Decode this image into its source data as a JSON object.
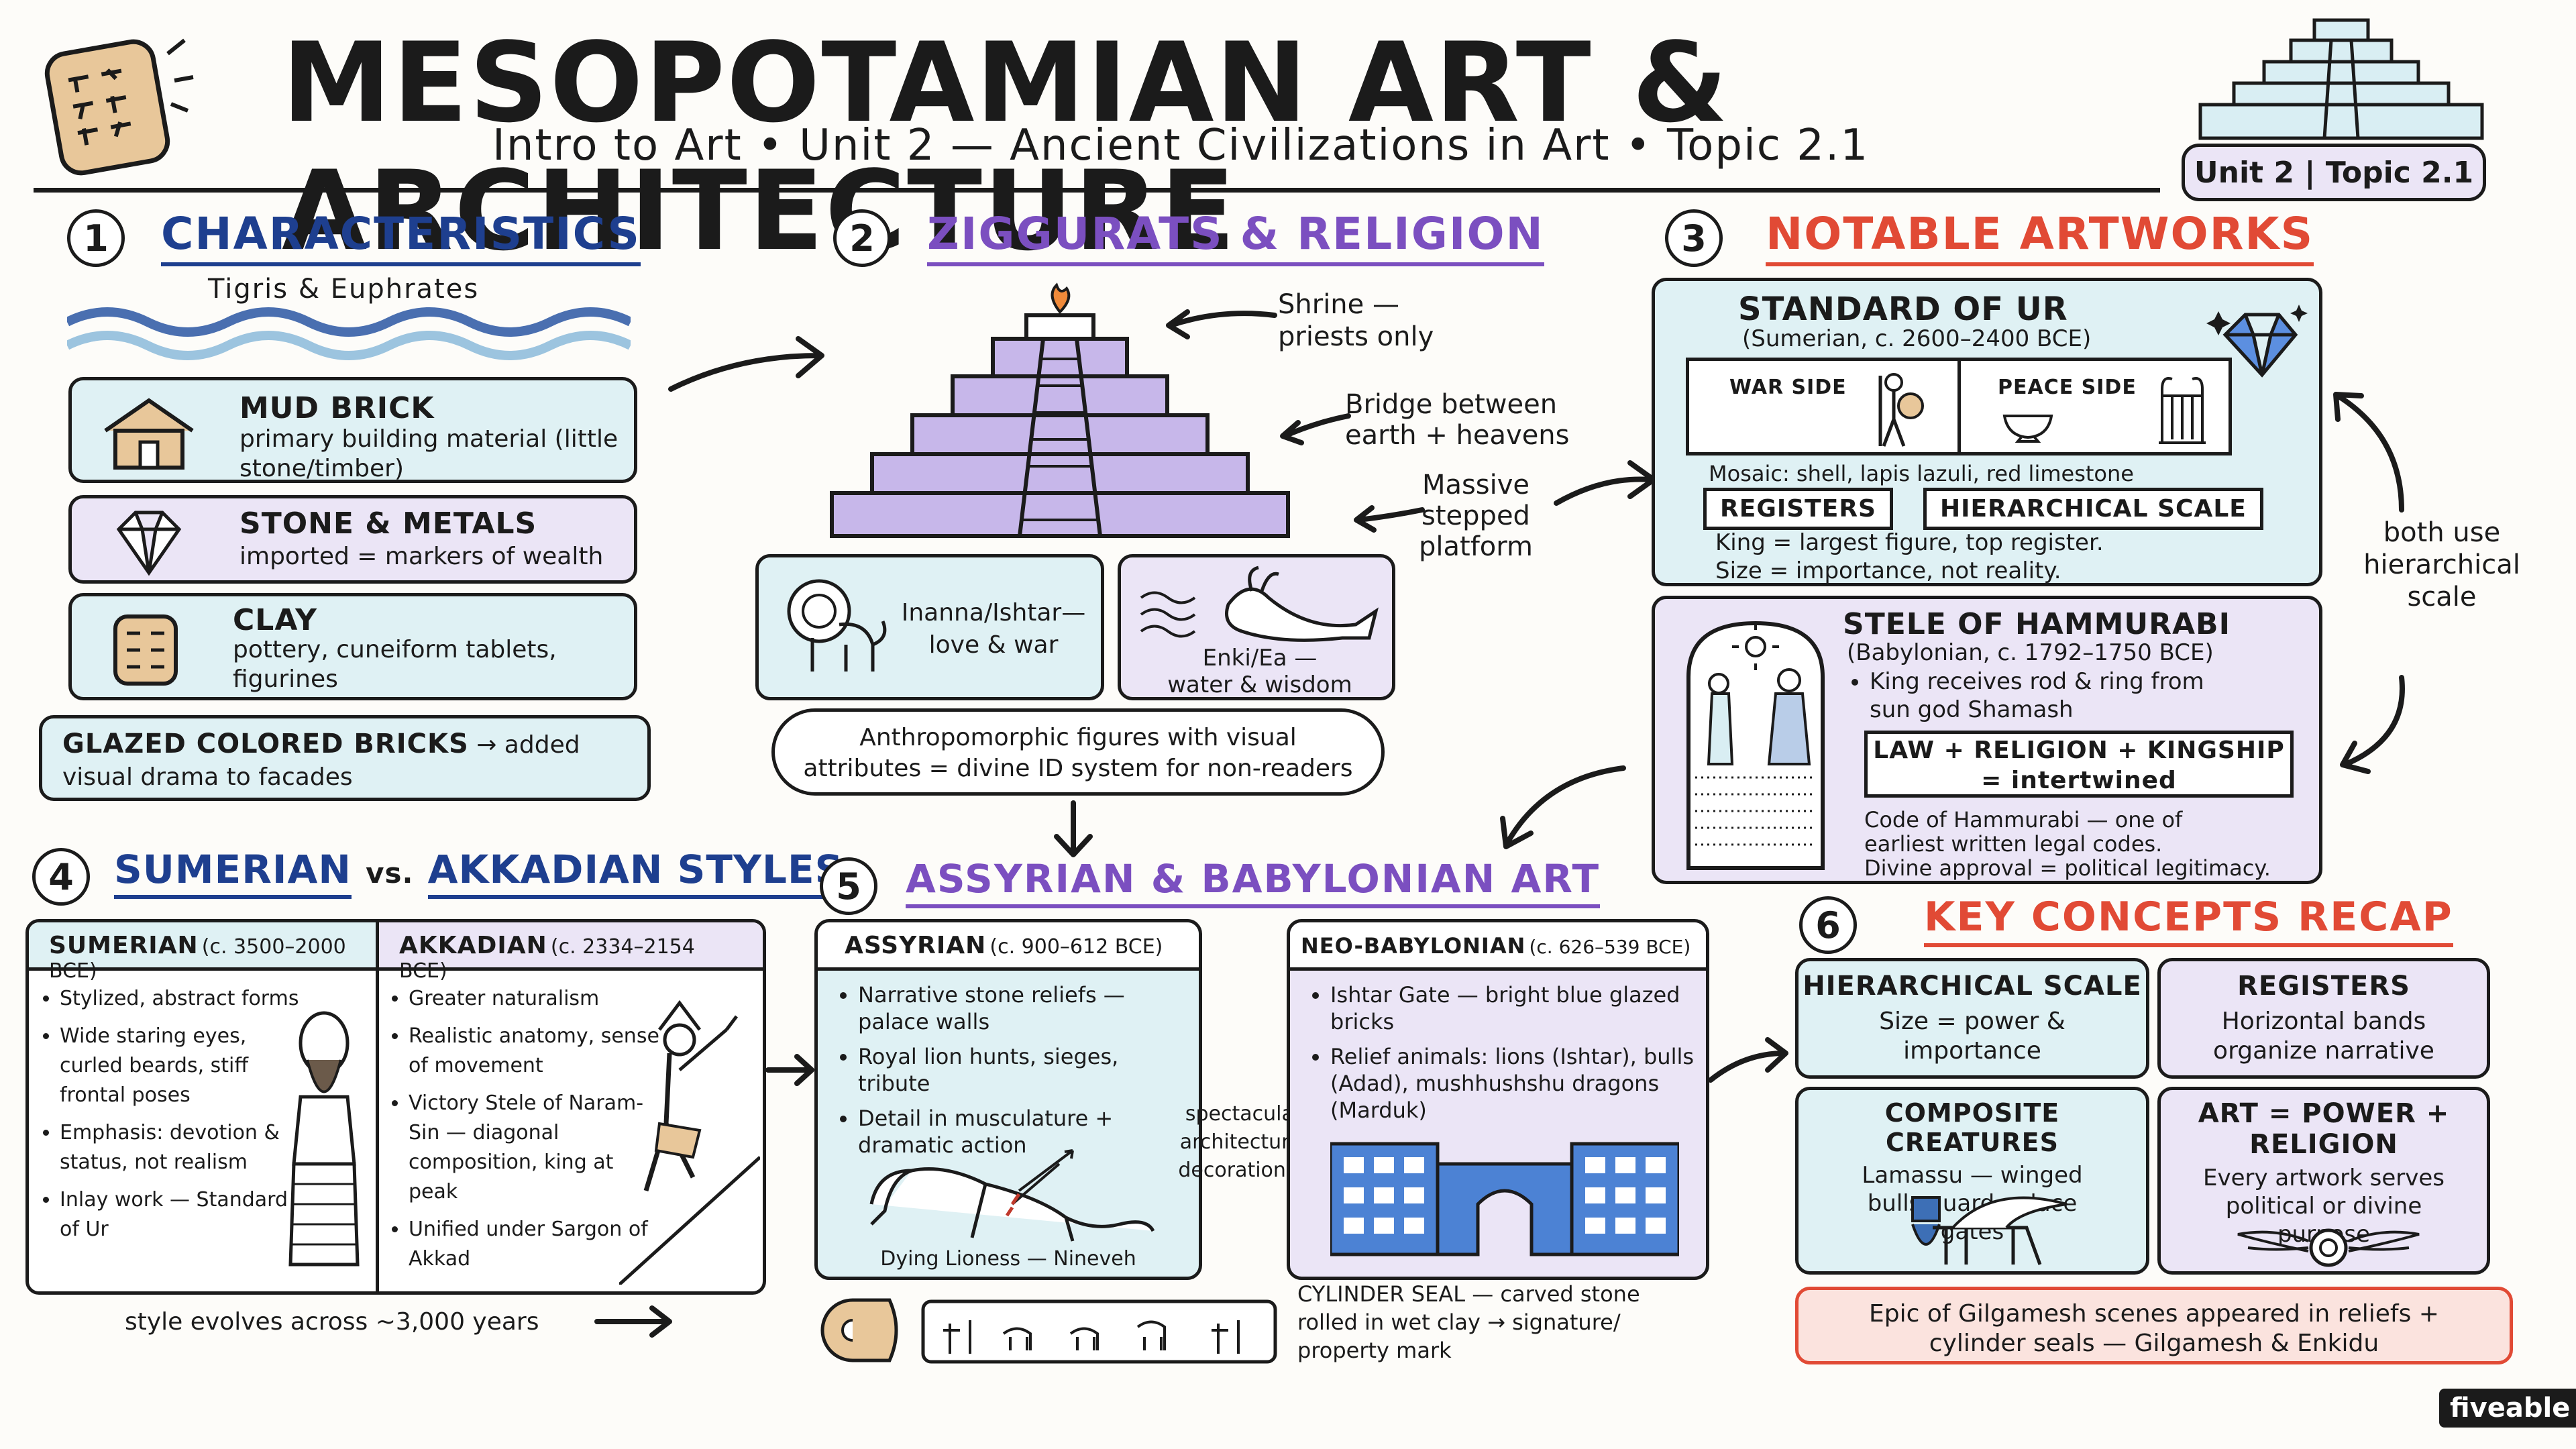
{
  "header": {
    "title": "MESOPOTAMIAN ART & ARCHITECTURE",
    "subtitle": "Intro to Art • Unit 2 — Ancient Civilizations in Art • Topic 2.1",
    "badge": "Unit 2 | Topic 2.1"
  },
  "sections": {
    "s1": {
      "num": "1",
      "title": "CHARACTERISTICS",
      "river": "Tigris & Euphrates",
      "cards": [
        {
          "title": "MUD BRICK",
          "text": "primary building material (little stone/timber)",
          "icon": "house-icon"
        },
        {
          "title": "STONE & METALS",
          "text": "imported = markers of wealth",
          "icon": "gem-icon"
        },
        {
          "title": "CLAY",
          "text": "pottery, cuneiform tablets, figurines",
          "icon": "tablet-icon"
        }
      ],
      "glazed_title": "GLAZED COLORED BRICKS",
      "glazed_text": "→ added visual drama to facades"
    },
    "s2": {
      "num": "2",
      "title": "ZIGGURATS & RELIGION",
      "notes": [
        "Shrine — priests only",
        "Bridge between earth + heavens",
        "Massive stepped platform"
      ],
      "gods": [
        {
          "name": "Inanna/Ishtar—",
          "desc": "love & war",
          "icon": "lion-icon"
        },
        {
          "name": "Enki/Ea —",
          "desc": "water & wisdom",
          "icon": "goat-fish-icon"
        }
      ],
      "summary": "Anthropomorphic figures with visual attributes = divine ID system for non-readers"
    },
    "s3": {
      "num": "3",
      "title": "NOTABLE ARTWORKS",
      "ur": {
        "title": "STANDARD OF UR",
        "date": "(Sumerian, c. 2600–2400 BCE)",
        "war": "WAR SIDE",
        "peace": "PEACE SIDE",
        "mosaic": "Mosaic: shell, lapis lazuli, red limestone",
        "tag1": "REGISTERS",
        "tag2": "HIERARCHICAL SCALE",
        "note1": "King = largest figure, top register.",
        "note2": "Size = importance, not reality."
      },
      "side_note": "both use hierarchical scale",
      "hammurabi": {
        "title": "STELE OF HAMMURABI",
        "date": "(Babylonian, c. 1792–1750 BCE)",
        "bullet": "King receives rod & ring from sun god Shamash",
        "box1": "LAW + RELIGION + KINGSHIP",
        "box2": "= intertwined",
        "note1": "Code of Hammurabi — one of",
        "note2": "earliest written legal codes.",
        "note3": "Divine approval = political legitimacy."
      }
    },
    "s4": {
      "num": "4",
      "title_a": "SUMERIAN",
      "vs": "vs.",
      "title_b": "AKKADIAN STYLES",
      "sum_head": "SUMERIAN",
      "sum_date": "(c. 3500–2000 BCE)",
      "akk_head": "AKKADIAN",
      "akk_date": "(c. 2334–2154 BCE)",
      "sum_items": [
        "Stylized, abstract forms",
        "Wide staring eyes, curled beards, stiff frontal poses",
        "Emphasis: devotion & status, not realism",
        "Inlay work — Standard of Ur"
      ],
      "akk_items": [
        "Greater naturalism",
        "Realistic anatomy, sense of movement",
        "Victory Stele of Naram-Sin — diagonal composition, king at peak",
        "Unified under Sargon of Akkad"
      ],
      "footer": "style evolves across ~3,000 years"
    },
    "s5": {
      "num": "5",
      "title": "ASSYRIAN & BABYLONIAN ART",
      "assy_head": "ASSYRIAN",
      "assy_date": "(c. 900–612 BCE)",
      "assy_items": [
        "Narrative stone reliefs — palace walls",
        "Royal lion hunts, sieges, tribute",
        "Detail in musculature + dramatic action"
      ],
      "lioness": "Dying Lioness — Nineveh",
      "middle": "spectacular architectural decoration →",
      "neo_head": "NEO-BABYLONIAN",
      "neo_date": "(c. 626–539 BCE)",
      "neo_items": [
        "Ishtar Gate — bright blue glazed bricks",
        "Relief animals: lions (Ishtar), bulls (Adad), mushhushshu dragons (Marduk)"
      ],
      "seal": "CYLINDER SEAL — carved stone rolled in wet clay → signature/ property mark"
    },
    "s6": {
      "num": "6",
      "title": "KEY CONCEPTS RECAP",
      "cards": [
        {
          "title": "HIERARCHICAL SCALE",
          "text": "Size = power & importance"
        },
        {
          "title": "REGISTERS",
          "text": "Horizontal bands organize narrative"
        },
        {
          "title": "COMPOSITE CREATURES",
          "text": "Lamassu — winged bulls guard palace gates"
        },
        {
          "title": "ART = POWER + RELIGION",
          "text": "Every artwork serves political or divine purpose"
        }
      ],
      "footer": "Epic of Gilgamesh scenes appeared in reliefs + cylinder seals — Gilgamesh & Enkidu"
    }
  },
  "brand": "fiveable"
}
